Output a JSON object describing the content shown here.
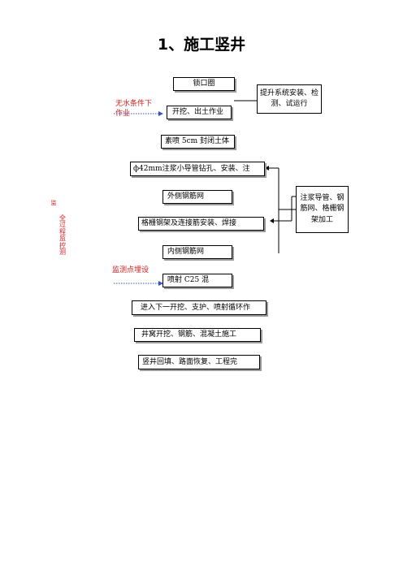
{
  "title": "1、施工竖井",
  "steps": [
    "锁口圈",
    "开挖、出土作业",
    "素喷 5cm 封闭土体",
    "ф42mm注浆小导管钻孔、安装、注",
    "外侧钢筋网",
    "格栅钢架及连接筋安装、焊接",
    "内侧钢筋网",
    "喷射 C25 混",
    "进入下一开挖、支护、喷射循环作",
    "井窝开挖、钢筋、混凝土施工",
    "竖井回填、路面恢复、工程完"
  ],
  "side_boxes": {
    "hoist": "提升系统安装、检测、试运行",
    "prefab": "注浆导管、钢筋网、格栅钢架加工"
  },
  "notes": {
    "no_water_line1": "无水条件下",
    "no_water_line2": "作业",
    "monitor_points": "监测点埋设",
    "left_mark": "监",
    "full_monitor": "全过程监控测"
  }
}
